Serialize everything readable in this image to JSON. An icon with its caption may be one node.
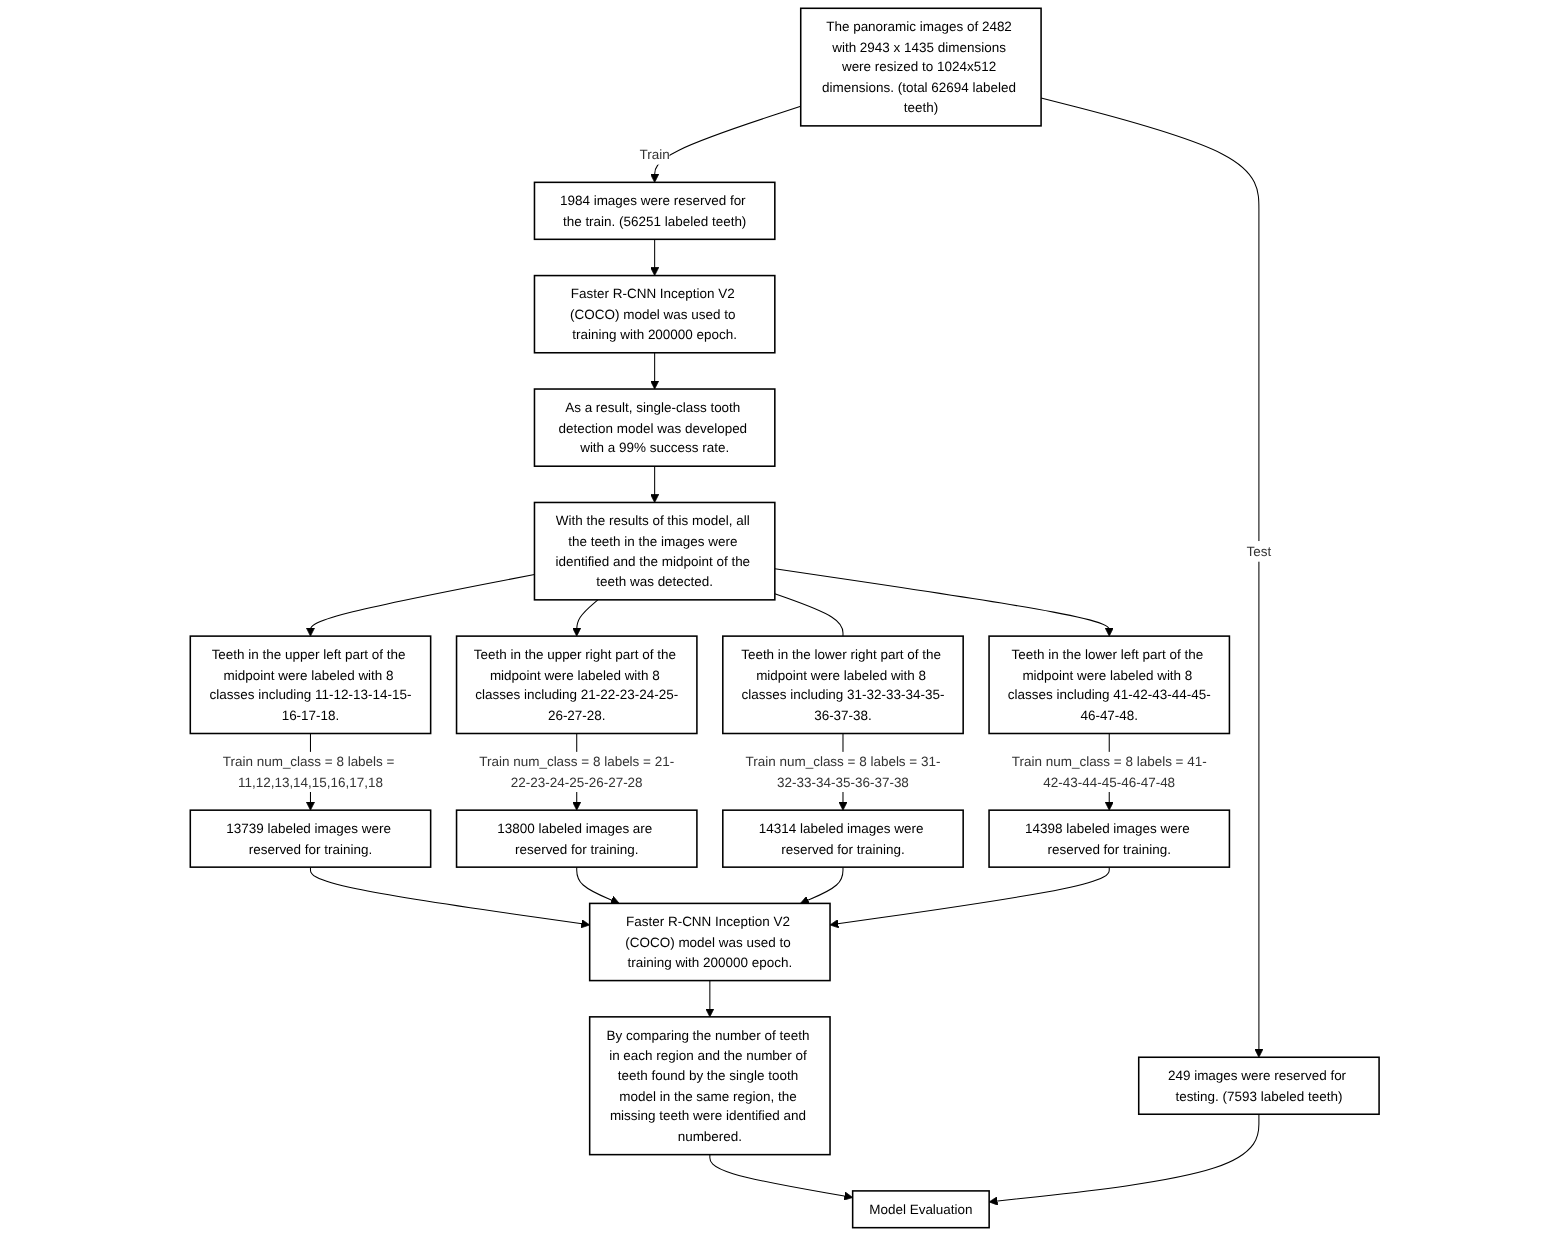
{
  "diagram": {
    "nodes": [
      {
        "text": [
          "The panoramic images of 2482 with 2943 x 1435 dimensions were resized to 1024x512 dimensions. (total 62694 labeled teeth)"
        ]
      },
      {
        "text": [
          "1984 images were reserved for the train. (56251 labeled teeth)"
        ]
      },
      {
        "text": [
          "249 images were reserved for testing. (7593 labeled teeth)"
        ]
      },
      {
        "text": [
          "Faster R-CNN Inception V2 (COCO) model was used to training with 200000 epoch."
        ]
      },
      {
        "text": [
          "As a result, single-class tooth detection model was developed with a 99% success rate."
        ]
      },
      {
        "text": [
          "With the results of this model, all the teeth in the images were identified and the midpoint of the teeth was detected."
        ]
      },
      {
        "text": [
          "Teeth in the upper left part of the midpoint were labeled with 8 classes including 11-12-13-14-15-16-17-18."
        ]
      },
      {
        "text": [
          "Teeth in the upper right part of the midpoint were labeled with 8 classes including 21-22-23-24-25-26-27-28."
        ]
      },
      {
        "text": [
          "Teeth in the lower right part of the midpoint were labeled with 8 classes including 31-32-33-34-35-36-37-38."
        ]
      },
      {
        "text": [
          "Teeth in the lower left part of the midpoint were labeled with 8 classes including 41-42-43-44-45-46-47-48."
        ]
      },
      {
        "text": [
          "13739 labeled images were reserved for training."
        ]
      },
      {
        "text": [
          "13800 labeled images are reserved for training."
        ]
      },
      {
        "text": [
          "14314 labeled images were reserved for training."
        ]
      },
      {
        "text": [
          "14398 labeled images were reserved for training."
        ]
      },
      {
        "text": [
          "Faster R-CNN Inception V2 (COCO) model was used to training with 200000 epoch."
        ]
      },
      {
        "text": [
          "By comparing the number of teeth in each region and the number of teeth found by the single tooth model in the same region, the missing teeth were identified and numbered."
        ]
      },
      {
        "text": [
          "Model Evaluation"
        ]
      }
    ],
    "edges": [
      {
        "from": 0,
        "to": 1,
        "arrow": "to",
        "label": "Train"
      },
      {
        "from": 0,
        "to": 2,
        "arrow": "to",
        "label": "Test"
      },
      {
        "from": 1,
        "to": 3,
        "arrow": "to"
      },
      {
        "from": 3,
        "to": 4,
        "arrow": "to"
      },
      {
        "from": 4,
        "to": 5,
        "arrow": "to"
      },
      {
        "from": 5,
        "to": 6,
        "arrow": "to"
      },
      {
        "from": 5,
        "to": 7,
        "arrow": "to"
      },
      {
        "from": 5,
        "to": 8,
        "arrow": "none"
      },
      {
        "from": 5,
        "to": 9,
        "arrow": "to"
      },
      {
        "from": 6,
        "to": 10,
        "arrow": "to",
        "label": "Train num_class = 8 labels = 11,12,13,14,15,16,17,18"
      },
      {
        "from": 7,
        "to": 11,
        "arrow": "to",
        "label": "Train num_class = 8 labels = 21-22-23-24-25-26-27-28"
      },
      {
        "from": 8,
        "to": 12,
        "arrow": "to",
        "label": "Train num_class = 8 labels = 31-32-33-34-35-36-37-38"
      },
      {
        "from": 9,
        "to": 13,
        "arrow": "to",
        "label": "Train num_class = 8 labels = 41-42-43-44-45-46-47-48"
      },
      {
        "from": 10,
        "to": 14,
        "arrow": "to"
      },
      {
        "from": 11,
        "to": 14,
        "arrow": "to"
      },
      {
        "from": 12,
        "to": 14,
        "arrow": "to"
      },
      {
        "from": 13,
        "to": 14,
        "arrow": "to"
      },
      {
        "from": 14,
        "to": 15,
        "arrow": "to"
      },
      {
        "from": 15,
        "to": 16,
        "arrow": "to"
      },
      {
        "from": 2,
        "to": 16,
        "arrow": "to"
      }
    ]
  }
}
